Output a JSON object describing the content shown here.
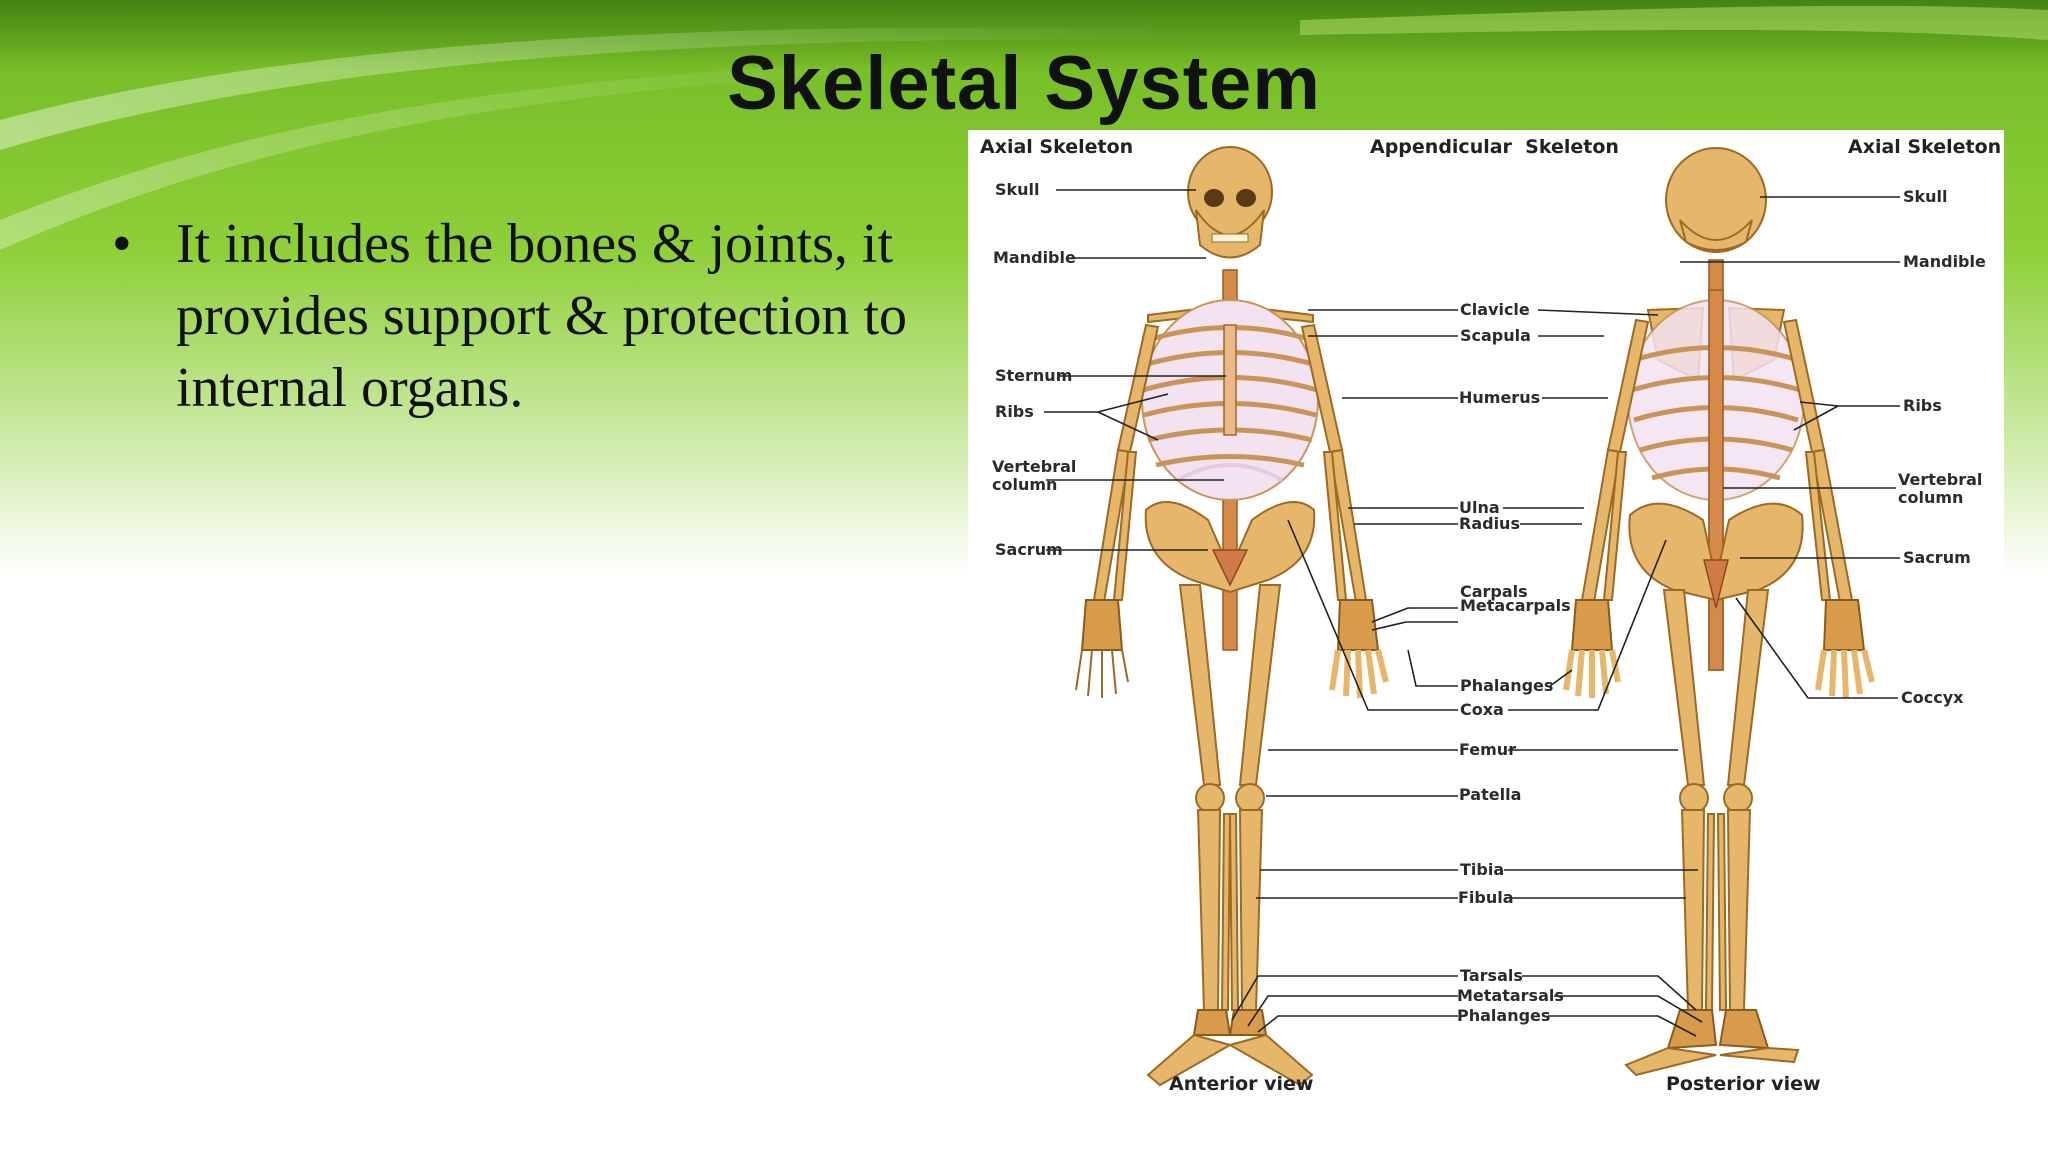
{
  "slide": {
    "title": "Skeletal System",
    "bullet": "It includes the bones & joints, it provides support & protection to internal organs.",
    "bullet_marker": "•"
  },
  "diagram": {
    "headers": {
      "left": "Axial Skeleton",
      "center": "Appendicular  Skeleton",
      "right": "Axial Skeleton"
    },
    "left_labels": {
      "skull": "Skull",
      "mandible": "Mandible",
      "sternum": "Sternum",
      "ribs": "Ribs",
      "vertebral_1": "Vertebral",
      "vertebral_2": "column",
      "sacrum": "Sacrum"
    },
    "center_labels": {
      "clavicle": "Clavicle",
      "scapula": "Scapula",
      "humerus": "Humerus",
      "ulna": "Ulna",
      "radius": "Radius",
      "carpals": "Carpals",
      "metacarpals": "Metacarpals",
      "phalanges_hand": "Phalanges",
      "coxa": "Coxa",
      "femur": "Femur",
      "patella": "Patella",
      "tibia": "Tibia",
      "fibula": "Fibula",
      "tarsals": "Tarsals",
      "metatarsals": "Metatarsals",
      "phalanges_foot": "Phalanges"
    },
    "right_labels": {
      "skull": "Skull",
      "mandible": "Mandible",
      "ribs": "Ribs",
      "vertebral_1": "Vertebral",
      "vertebral_2": "column",
      "sacrum": "Sacrum",
      "coccyx": "Coccyx"
    },
    "views": {
      "anterior": "Anterior view",
      "posterior": "Posterior view"
    }
  },
  "colors": {
    "bg_green": "#7cc42a",
    "bone": "#e6b76a"
  }
}
